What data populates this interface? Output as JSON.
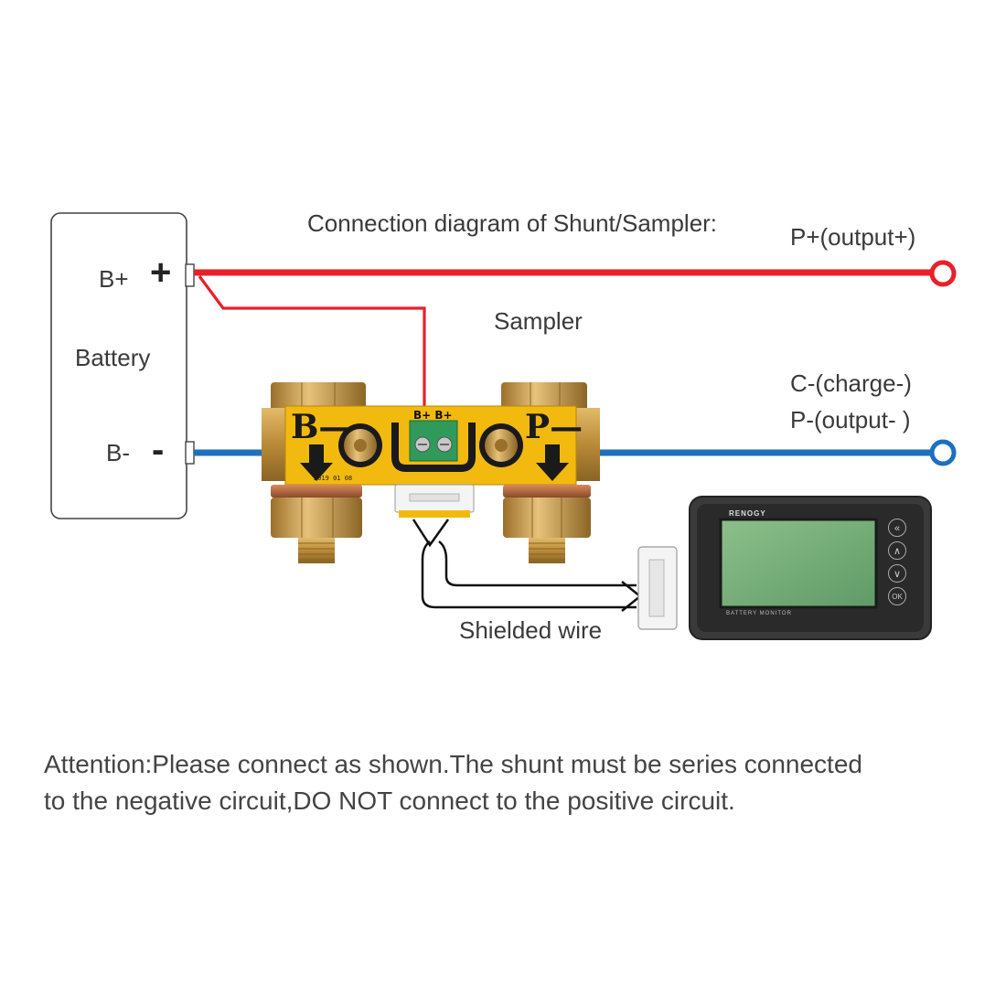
{
  "diagram": {
    "title": "Connection diagram of Shunt/Sampler:",
    "sampler_label": "Sampler",
    "p_plus_label": "P+(output+)",
    "c_minus_label": "C-(charge-)",
    "p_minus_label": "P-(output- )",
    "battery_label": "Battery",
    "b_plus_label": "B+",
    "b_minus_label": "B-",
    "plus_sign": "+",
    "minus_sign": "-",
    "shunt_b_terminal": "B—",
    "shunt_p_terminal": "P—",
    "shunt_bb_label": "B+ B+",
    "shunt_date": "2019 01 08",
    "shielded_wire_label": "Shielded wire",
    "monitor_brand": "RENOGY",
    "monitor_label": "BATTERY MONITOR",
    "monitor_buttons": [
      "«",
      "∧",
      "∨",
      "OK"
    ],
    "attention_line1": "Attention:Please connect as shown.The shunt must be series connected",
    "attention_line2": "to the negative circuit,DO NOT connect to the positive circuit.",
    "colors": {
      "positive_wire": "#e8202a",
      "negative_wire": "#1e6fc0",
      "shunt_board": "#f2b90f",
      "brass": "#c9973f"
    }
  }
}
